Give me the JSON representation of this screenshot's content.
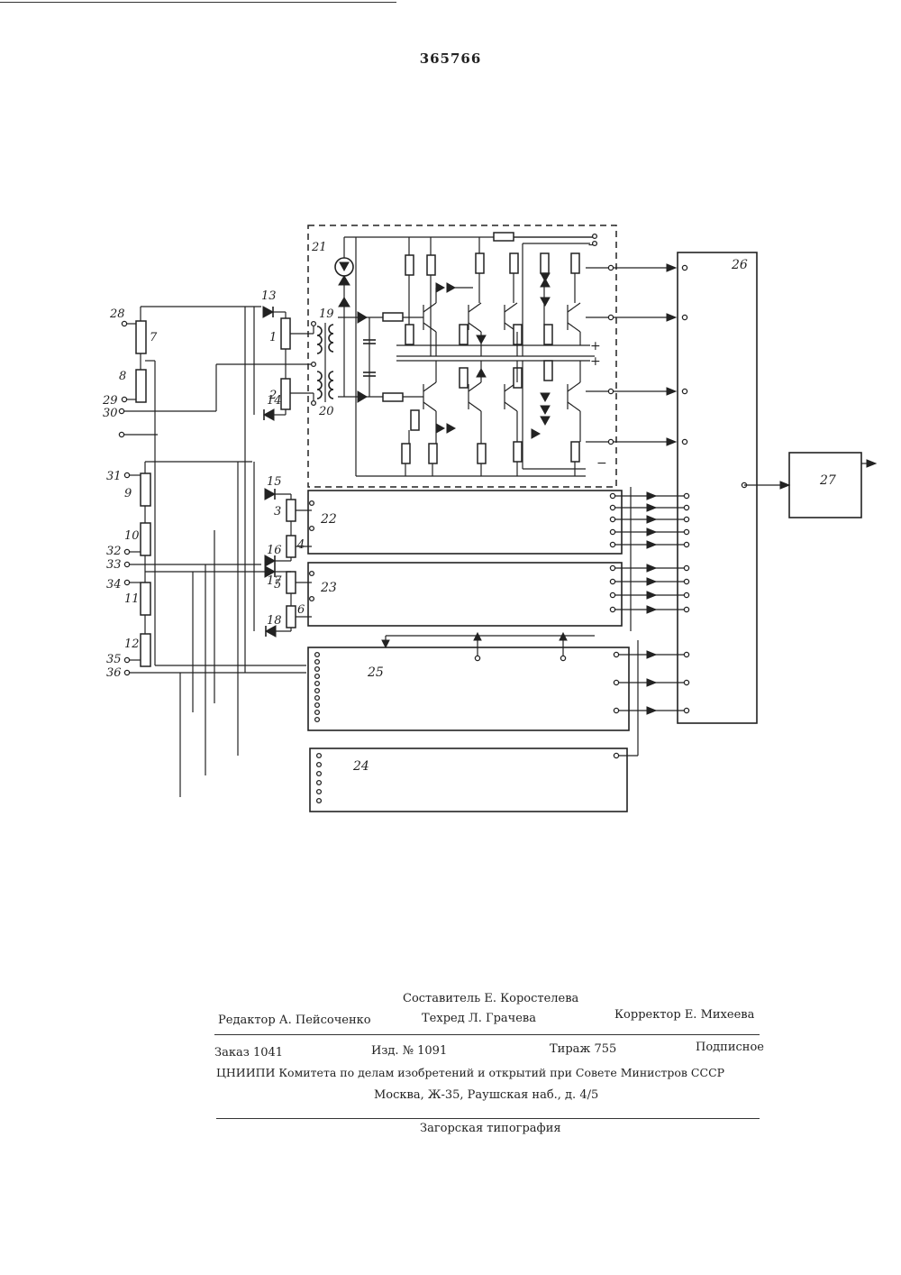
{
  "header": {
    "patent_number": "365766"
  },
  "diagram": {
    "block_labels": {
      "b21": "21",
      "b22": "22",
      "b23": "23",
      "b24": "24",
      "b25": "25",
      "b26": "26",
      "b27": "27"
    },
    "resistor_labels": [
      "7",
      "8",
      "9",
      "10",
      "11",
      "12",
      "1",
      "2",
      "3",
      "4",
      "5",
      "6"
    ],
    "diode_labels": [
      "13",
      "14",
      "15",
      "16",
      "17",
      "18"
    ],
    "winding_labels": {
      "w19": "19",
      "w20": "20"
    },
    "terminal_labels": [
      "28",
      "29",
      "30",
      "31",
      "32",
      "33",
      "34",
      "35",
      "36"
    ],
    "polarity": {
      "plus": "+",
      "minus": "−"
    }
  },
  "colophon": {
    "compiler": "Составитель Е. Коростелева",
    "editor": "Редактор А. Пейсоченко",
    "techred": "Техред Л. Грачева",
    "corrector": "Корректор Е. Михеева",
    "order": "Заказ 1041",
    "edition": "Изд. № 1091",
    "circulation": "Тираж 755",
    "subscription": "Подписное",
    "org": "ЦНИИПИ Комитета по делам изобретений и открытий при Совете Министров СССР",
    "address": "Москва, Ж-35, Раушская наб., д. 4/5",
    "printer": "Загорская типография"
  }
}
